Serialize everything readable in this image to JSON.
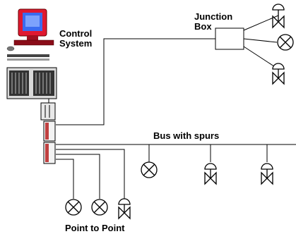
{
  "labels": {
    "control_system_line1": "Control",
    "control_system_line2": "System",
    "junction_box_line1": "Junction",
    "junction_box_line2": "Box",
    "bus_with_spurs": "Bus with spurs",
    "point_to_point": "Point to Point"
  },
  "colors": {
    "line": "#000000",
    "monitor_body": "#e01830",
    "screen": "#3a6cf0",
    "cabinet": "#d9d9d9",
    "field_cable": "#c04040"
  },
  "icons": {
    "computer": "computer-workstation-icon",
    "cabinet": "control-cabinet-icon",
    "motor_symbol": "circle-x-instrument-icon",
    "valve_symbol": "control-valve-icon"
  }
}
